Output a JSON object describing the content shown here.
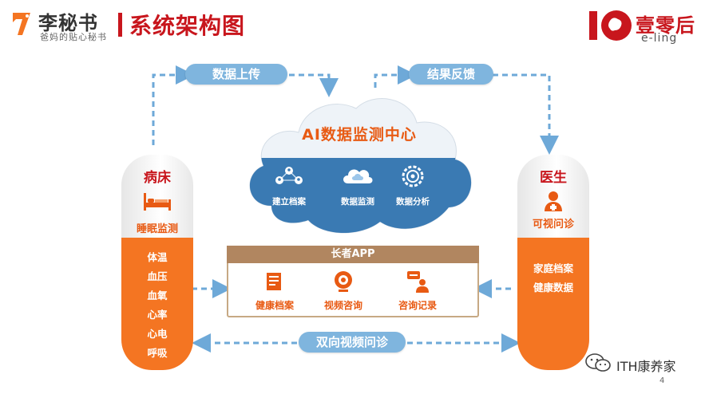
{
  "header": {
    "brand_name": "李秘书",
    "brand_tagline": "爸妈的贴心秘书",
    "title": "系统架构图",
    "corp_name": "壹零后",
    "corp_sub": "e-ling"
  },
  "flows": {
    "upload": "数据上传",
    "feedback": "结果反馈",
    "video": "双向视频问诊"
  },
  "cloud": {
    "title": "AI数据监测中心",
    "items": [
      {
        "label": "建立档案",
        "icon": "network-people-icon"
      },
      {
        "label": "数据监测",
        "icon": "cloud-icon"
      },
      {
        "label": "数据分析",
        "icon": "gear-icon"
      }
    ]
  },
  "left": {
    "title": "病床",
    "subtitle": "睡眠监测",
    "icon": "bed-icon",
    "vitals": [
      "体温",
      "血压",
      "血氧",
      "心率",
      "心电",
      "呼吸"
    ]
  },
  "right": {
    "title": "医生",
    "subtitle": "可视问诊",
    "icon": "doctor-icon",
    "items": [
      "家庭档案",
      "健康数据"
    ]
  },
  "app": {
    "title": "长者APP",
    "items": [
      {
        "label": "健康档案",
        "icon": "document-icon"
      },
      {
        "label": "视频咨询",
        "icon": "camera-icon"
      },
      {
        "label": "咨询记录",
        "icon": "chat-person-icon"
      }
    ]
  },
  "footer": {
    "watermark": "ITH康养家",
    "page": "4"
  },
  "colors": {
    "accent_red": "#c8161d",
    "accent_orange": "#f47522",
    "cloud_blue": "#3a7ab3",
    "pill_blue": "#7fb5de",
    "app_brown": "#b18660"
  }
}
